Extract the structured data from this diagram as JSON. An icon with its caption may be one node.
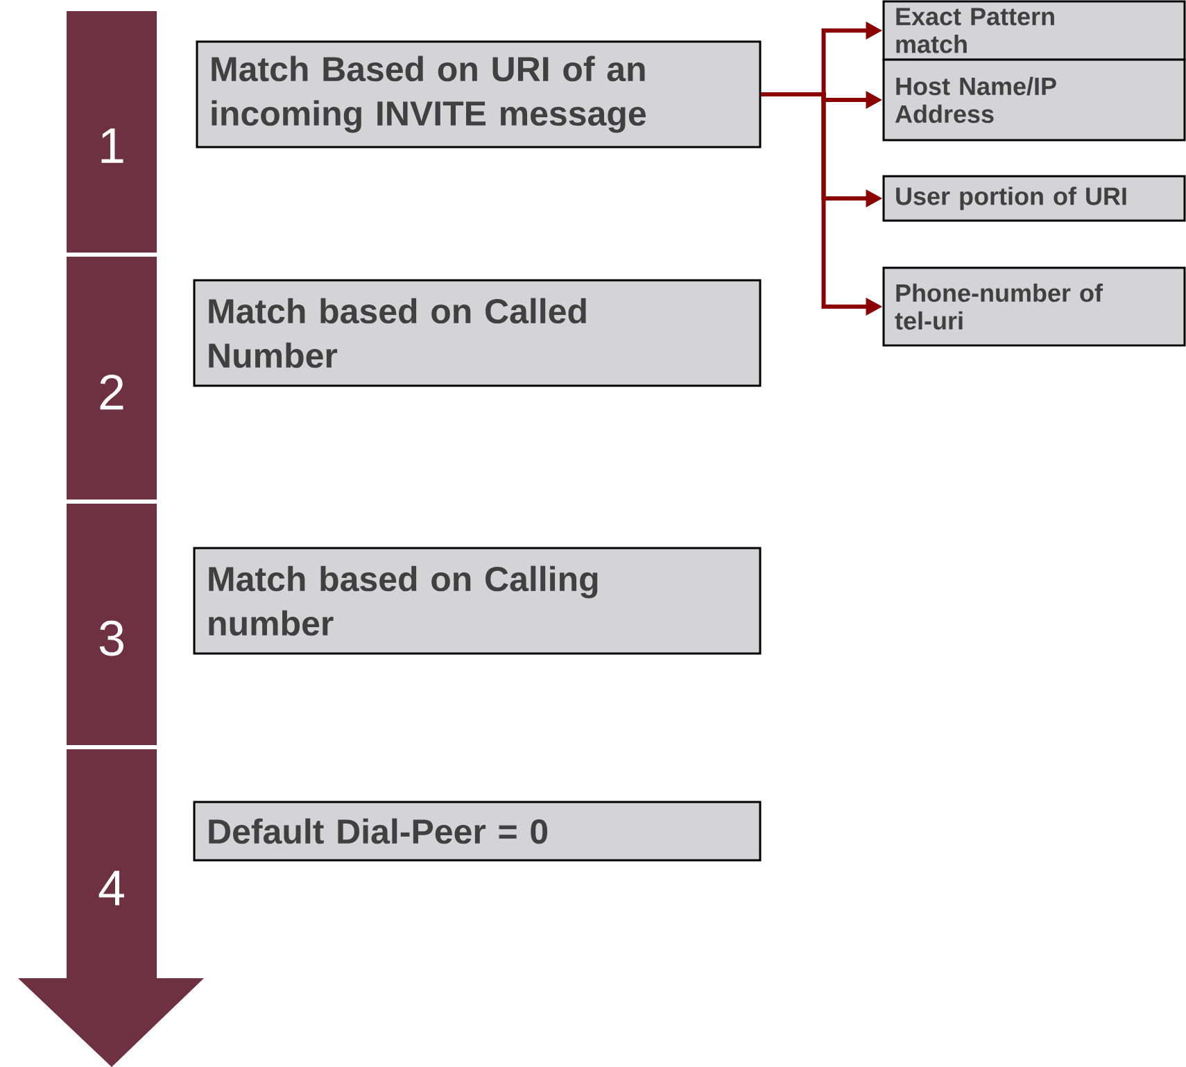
{
  "diagram": {
    "nodes": [
      {
        "text": [
          "1"
        ]
      },
      {
        "text": [
          "2"
        ]
      },
      {
        "text": [
          "3"
        ]
      },
      {
        "text": [
          "4"
        ]
      },
      {
        "text": [
          "Match Based on URI of an incoming INVITE  message"
        ]
      },
      {
        "text": [
          "Match based on Called Number"
        ]
      },
      {
        "text": [
          "Match based on Calling number"
        ]
      },
      {
        "text": [
          "Default Dial-Peer = 0"
        ]
      },
      {
        "text": [
          "Exact Pattern match"
        ]
      },
      {
        "text": [
          "Host Name/IP Address"
        ]
      },
      {
        "text": [
          "User portion of URI"
        ]
      },
      {
        "text": [
          "Phone-number of tel-uri"
        ]
      }
    ],
    "edges": [
      {
        "from": 4,
        "to": 8,
        "arrow": "to"
      },
      {
        "from": 4,
        "to": 9,
        "arrow": "to"
      },
      {
        "from": 4,
        "to": 10,
        "arrow": "to"
      },
      {
        "from": 4,
        "to": 11,
        "arrow": "to"
      }
    ]
  }
}
